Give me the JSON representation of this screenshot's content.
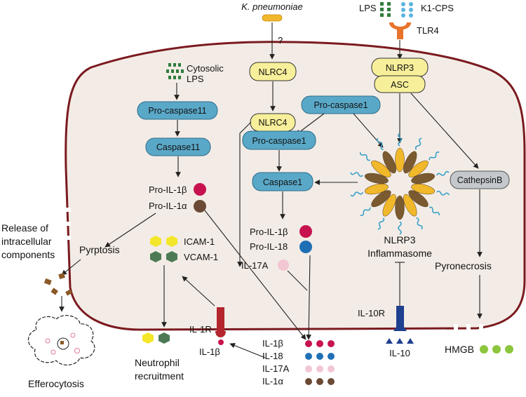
{
  "pathogen": {
    "label": "K. pneumoniae",
    "question": "?"
  },
  "ligands": {
    "lps": "LPS",
    "k1cps": "K1-CPS",
    "cytosolic_lps_1": "Cytosolic",
    "cytosolic_lps_2": "LPS"
  },
  "receptors": {
    "tlr4": "TLR4",
    "il1r": "IL-1R",
    "il10r": "IL-10R"
  },
  "nodes": {
    "nlrc4_top": "NLRC4",
    "nlrp3": "NLRP3",
    "asc": "ASC",
    "pro_caspase11": "Pro-caspase11",
    "caspase11": "Caspase11",
    "nlrc4_mid": "NLRC4",
    "pro_caspase1_mid": "Pro-caspase1",
    "pro_caspase1_top": "Pro-caspase1",
    "caspase1": "Caspase1",
    "cathepsinb": "CathepsinB"
  },
  "labels": {
    "pro_il1b_left": "Pro-IL-1β",
    "pro_il1a": "Pro-IL-1α",
    "pyrptosis": "Pyrptosis",
    "release_1": "Release of",
    "release_2": "intracellular",
    "release_3": "components",
    "efferocytosis": "Efferocytosis",
    "icam": "ICAM-1",
    "vcam": "VCAM-1",
    "neutrophil_1": "Neutrophil",
    "neutrophil_2": "recruitment",
    "il1b_recv": "IL-1β",
    "pro_il1b_mid": "Pro-IL-1β",
    "pro_il18": "Pro-IL-18",
    "il17a_in": "IL-17A",
    "inflammasome_1": "NLRP3",
    "inflammasome_2": "Inflammasome",
    "il10": "IL-10",
    "pyronecrosis": "Pyronecrosis",
    "hmgb": "HMGB"
  },
  "secreted": [
    "IL-1β",
    "IL-18",
    "IL-17A",
    "IL-1α"
  ],
  "colors": {
    "cell_border": "#7a1a1f",
    "cell_fill": "#f3ece6",
    "node_blue": "#5aa8c8",
    "node_yellow": "#f7ef9a",
    "node_gray": "#c4c8cc",
    "il1b": "#c8124f",
    "il18": "#1f6fb5",
    "il17a": "#f2c6d3",
    "il1a": "#6b4a35",
    "lps_green": "#2e7d3b",
    "k1cps_blue": "#5ab4e0",
    "tlr4_orange": "#e8732a",
    "il1r_red": "#b3262d",
    "il10r_blue": "#1f3f8f",
    "hmgb_green": "#8cc63f",
    "icam_yellow": "#f4e62a",
    "vcam_green": "#4d7a55"
  }
}
